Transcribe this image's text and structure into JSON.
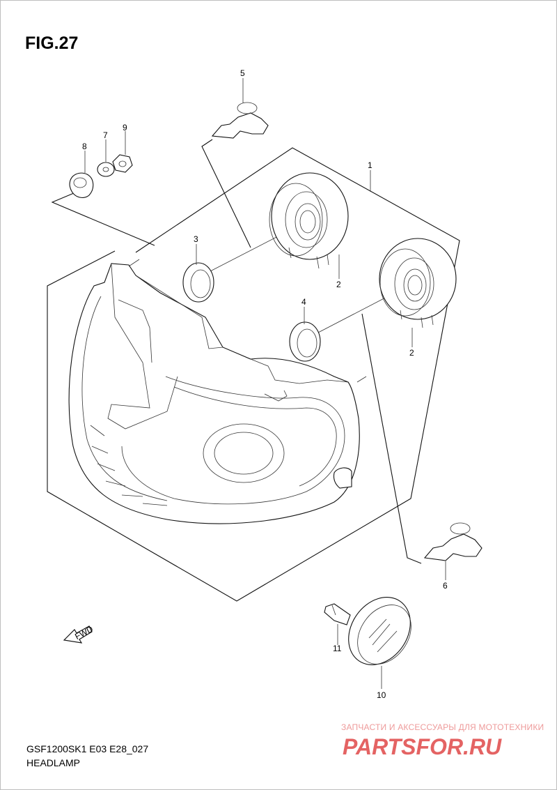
{
  "figure": {
    "title": "FIG.27"
  },
  "callouts": {
    "c1": "1",
    "c2a": "2",
    "c2b": "2",
    "c3": "3",
    "c4": "4",
    "c5": "5",
    "c6": "6",
    "c7": "7",
    "c8": "8",
    "c9": "9",
    "c10": "10",
    "c11": "11"
  },
  "fwd_arrow": {
    "label": "FWD"
  },
  "footer": {
    "model_code": "GSF1200SK1 E03 E28_027",
    "part_name": "HEADLAMP"
  },
  "watermark": {
    "tagline": "ЗАПЧАСТИ И АКСЕССУАРЫ ДЛЯ МОТОТЕХНИКИ",
    "logo_text": "PARTSFOR.RU",
    "color": "#e04848"
  }
}
